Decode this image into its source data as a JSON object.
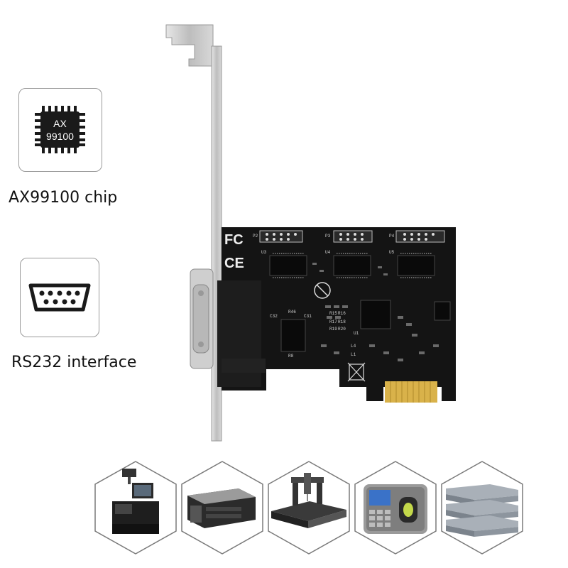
{
  "features": [
    {
      "chip_text_line1": "AX",
      "chip_text_line2": "99100",
      "label": "AX99100 chip",
      "icon": "chip-icon"
    },
    {
      "label": "RS232 interface",
      "icon": "db9-connector-icon"
    }
  ],
  "applications": [
    {
      "icon": "pos-terminal-icon"
    },
    {
      "icon": "industrial-computer-icon"
    },
    {
      "icon": "cnc-machine-icon"
    },
    {
      "icon": "time-attendance-icon"
    },
    {
      "icon": "network-switch-icon"
    }
  ],
  "board": {
    "marks": [
      "FC",
      "CE"
    ],
    "silkscreen": [
      "P2",
      "P3",
      "P4",
      "U3",
      "U4",
      "U5",
      "U1",
      "R46",
      "C32",
      "C31",
      "R8",
      "R15",
      "R16",
      "R17",
      "R18",
      "R19",
      "R20",
      "L4",
      "L1"
    ]
  },
  "colors": {
    "pcb": "#141414",
    "gold": "#d9b24a",
    "bracket": "#c9c9c9",
    "box_border": "#9a9a9a"
  }
}
